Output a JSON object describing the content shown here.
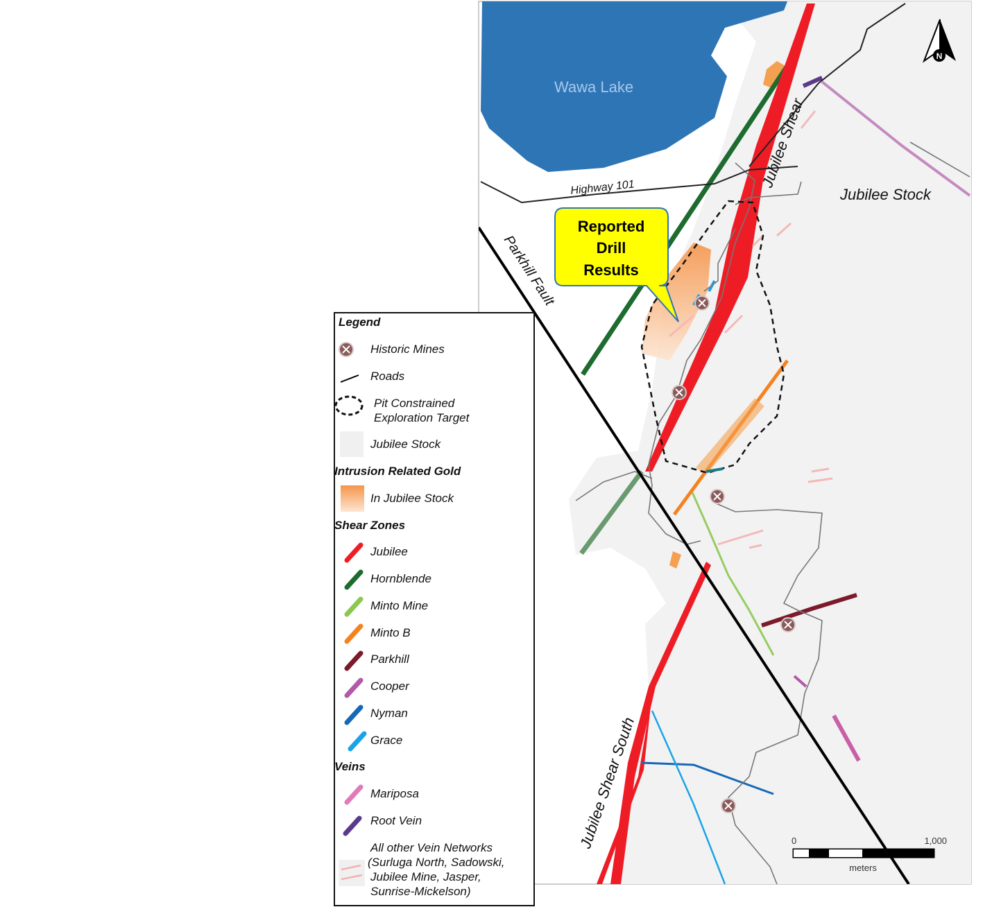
{
  "map": {
    "lake_label": "Wawa Lake",
    "highway_label": "Highway 101",
    "jubilee_shear_label": "Jubilee Shear",
    "jubilee_stock_label": "Jubilee Stock",
    "parkhill_fault_label": "Parkhill Fault",
    "jubilee_shear_south_label": "Jubilee Shear South",
    "north_label": "N",
    "callout": [
      "Reported",
      "Drill",
      "Results"
    ],
    "scale": {
      "start": "0",
      "end": "1,000",
      "unit": "meters"
    }
  },
  "legend": {
    "title": "Legend",
    "items": {
      "mines": "Historic Mines",
      "roads": "Roads",
      "pit": [
        "Pit Constrained",
        "Exploration Target"
      ],
      "stock": "Jubilee Stock"
    },
    "intrusion_heading": "Intrusion Related Gold",
    "intrusion_item": "In Jubilee Stock",
    "shear_heading": "Shear Zones",
    "shear_items": [
      {
        "label": "Jubilee",
        "color": "#ee1c25"
      },
      {
        "label": "Hornblende",
        "color": "#1e6b30"
      },
      {
        "label": "Minto Mine",
        "color": "#8cc850"
      },
      {
        "label": "Minto B",
        "color": "#f5821f"
      },
      {
        "label": "Parkhill",
        "color": "#7b1a2a"
      },
      {
        "label": "Cooper",
        "color": "#b05aa8"
      },
      {
        "label": "Nyman",
        "color": "#1668b8"
      },
      {
        "label": "Grace",
        "color": "#1aa3e8"
      }
    ],
    "veins_heading": "Veins",
    "vein_items": [
      {
        "label": "Mariposa",
        "color": "#e07ab8"
      },
      {
        "label": "Root Vein",
        "color": "#5b3a8c"
      }
    ],
    "other_veins": [
      "All other Vein Networks",
      "(Surluga North, Sadowski,",
      "Jubilee Mine, Jasper,",
      "Sunrise-Mickelson)"
    ]
  }
}
